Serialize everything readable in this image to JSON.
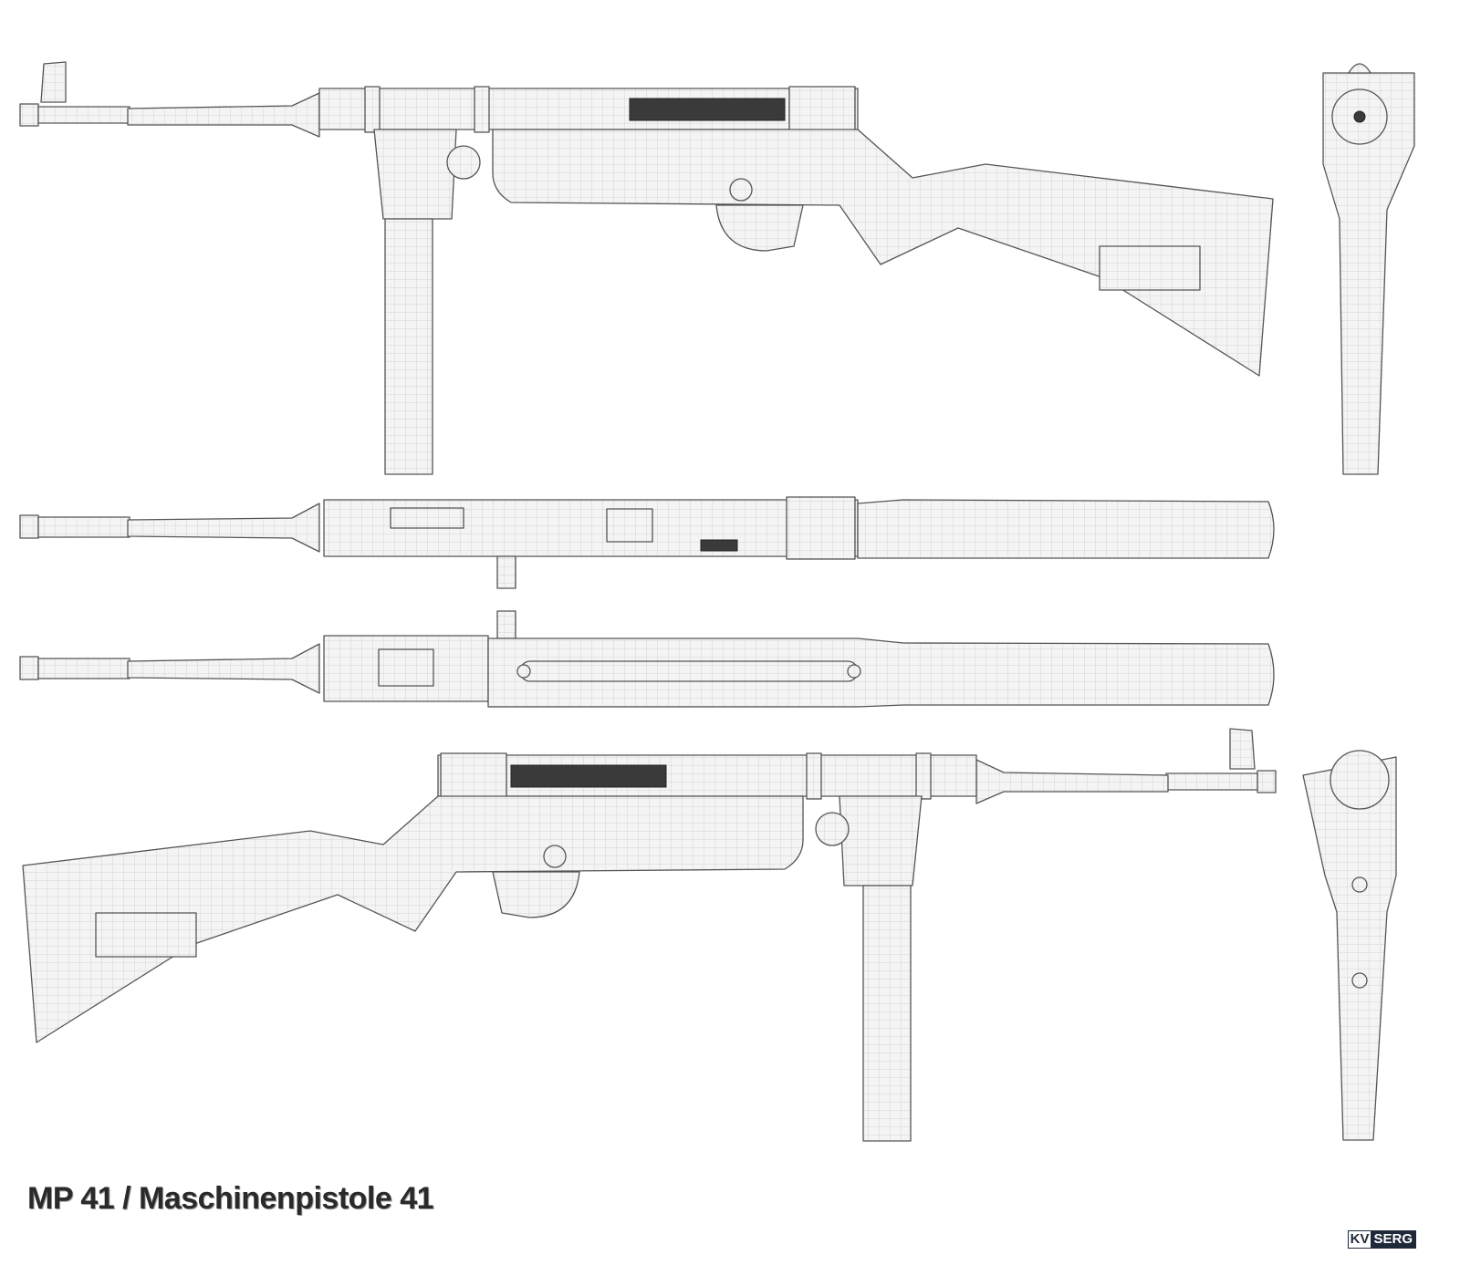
{
  "title": "MP 41 / Maschinenpistole 41",
  "logo": {
    "part1": "KV",
    "part2": "SERG"
  },
  "views": [
    "side-left",
    "top",
    "bottom",
    "side-right",
    "front",
    "rear"
  ],
  "colors": {
    "wire": "#c8c8c8",
    "outline": "#555555",
    "logo_dark": "#1e2a3a",
    "title": "#2a2a2a"
  }
}
